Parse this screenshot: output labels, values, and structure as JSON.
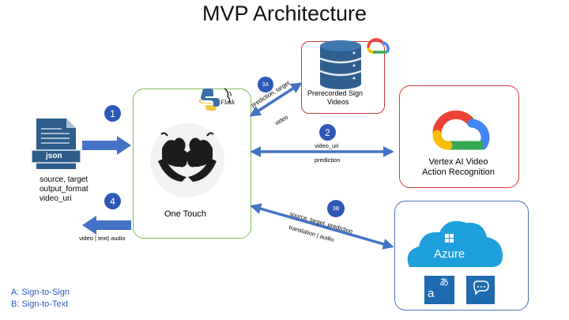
{
  "title": "MVP Architecture",
  "json_doc": {
    "label": "json",
    "fields": [
      "source, target",
      "output_format",
      "video_uri"
    ]
  },
  "one_touch": {
    "label": "One Touch",
    "flask_label": "Flask"
  },
  "prerecorded": {
    "label_line1": "Prerecorded Sign",
    "label_line2": "Videos"
  },
  "vertex": {
    "label_line1": "Vertex AI Video",
    "label_line2": "Action Recognition"
  },
  "azure": {
    "label": "Azure",
    "translator_glyph_a": "a",
    "translator_glyph_b": "あ"
  },
  "steps": {
    "s1": "1",
    "s2": "2",
    "s3a": "3A",
    "s3b": "3B",
    "s4": "4"
  },
  "arrow_labels": {
    "a3a_top": "prediction, target",
    "a3a_bottom": "video",
    "a2_top": "video_uri",
    "a2_bottom": "prediction",
    "a3b_top": "source, target, prediction",
    "a3b_bottom": "translation | audio",
    "a4": "video | text| audio"
  },
  "legend": [
    "A: Sign-to-Sign",
    "B: Sign-to-Text"
  ],
  "colors": {
    "arrow": "#4472c4",
    "badge": "#2f59b7",
    "green_border": "#7fbf5a",
    "red_border": "#d03a3a",
    "blue_border": "#4a72b8",
    "azure_cloud": "#1ea0dc"
  }
}
